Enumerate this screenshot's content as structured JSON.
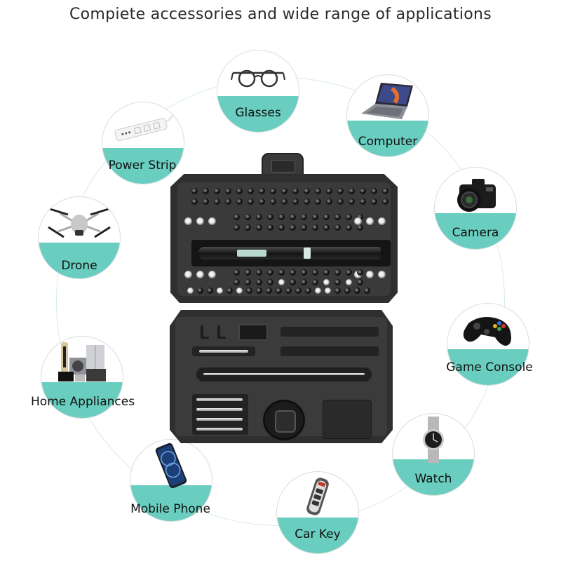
{
  "header": {
    "title": "Compiete accessories and wide range of applications"
  },
  "colors": {
    "accent_band": "#69cdbf",
    "ring": "#d6ece8",
    "case_dark": "#2f2f2f"
  },
  "applications": [
    {
      "label": "Glasses",
      "icon": "glasses-icon"
    },
    {
      "label": "Computer",
      "icon": "laptop-icon"
    },
    {
      "label": "Camera",
      "icon": "camera-icon"
    },
    {
      "label": "Game Console",
      "icon": "gamepad-icon"
    },
    {
      "label": "Watch",
      "icon": "watch-icon"
    },
    {
      "label": "Car Key",
      "icon": "car-key-icon"
    },
    {
      "label": "Mobile Phone",
      "icon": "smartphone-icon"
    },
    {
      "label": "Home Appliances",
      "icon": "appliances-icon"
    },
    {
      "label": "Drone",
      "icon": "drone-icon"
    },
    {
      "label": "Power Strip",
      "icon": "power-strip-icon"
    }
  ],
  "product": {
    "name": "precision-screwdriver-kit-image"
  }
}
